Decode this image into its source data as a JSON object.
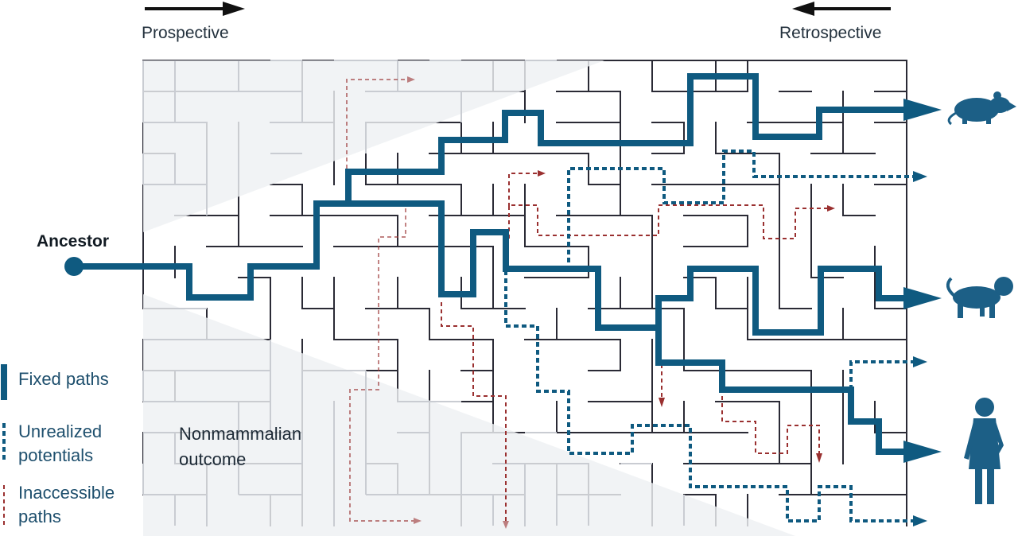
{
  "labels": {
    "prospective": "Prospective",
    "retrospective": "Retrospective",
    "ancestor": "Ancestor",
    "nonmammalian_outcome": "Nonmammalian outcome"
  },
  "legend": {
    "fixed": "Fixed paths",
    "unrealized": "Unrealized potentials",
    "inaccessible": "Inaccessible paths"
  },
  "icons": [
    "rat-icon",
    "monkey-icon",
    "human-icon"
  ],
  "colors": {
    "fixed_path": "#0f5a80",
    "unrealized_path": "#0f5a80",
    "inaccessible_path": "#9a3030",
    "maze_wall": "#2a2a35",
    "faded_region": "#ebedf0",
    "icon": "#1c5f86"
  }
}
